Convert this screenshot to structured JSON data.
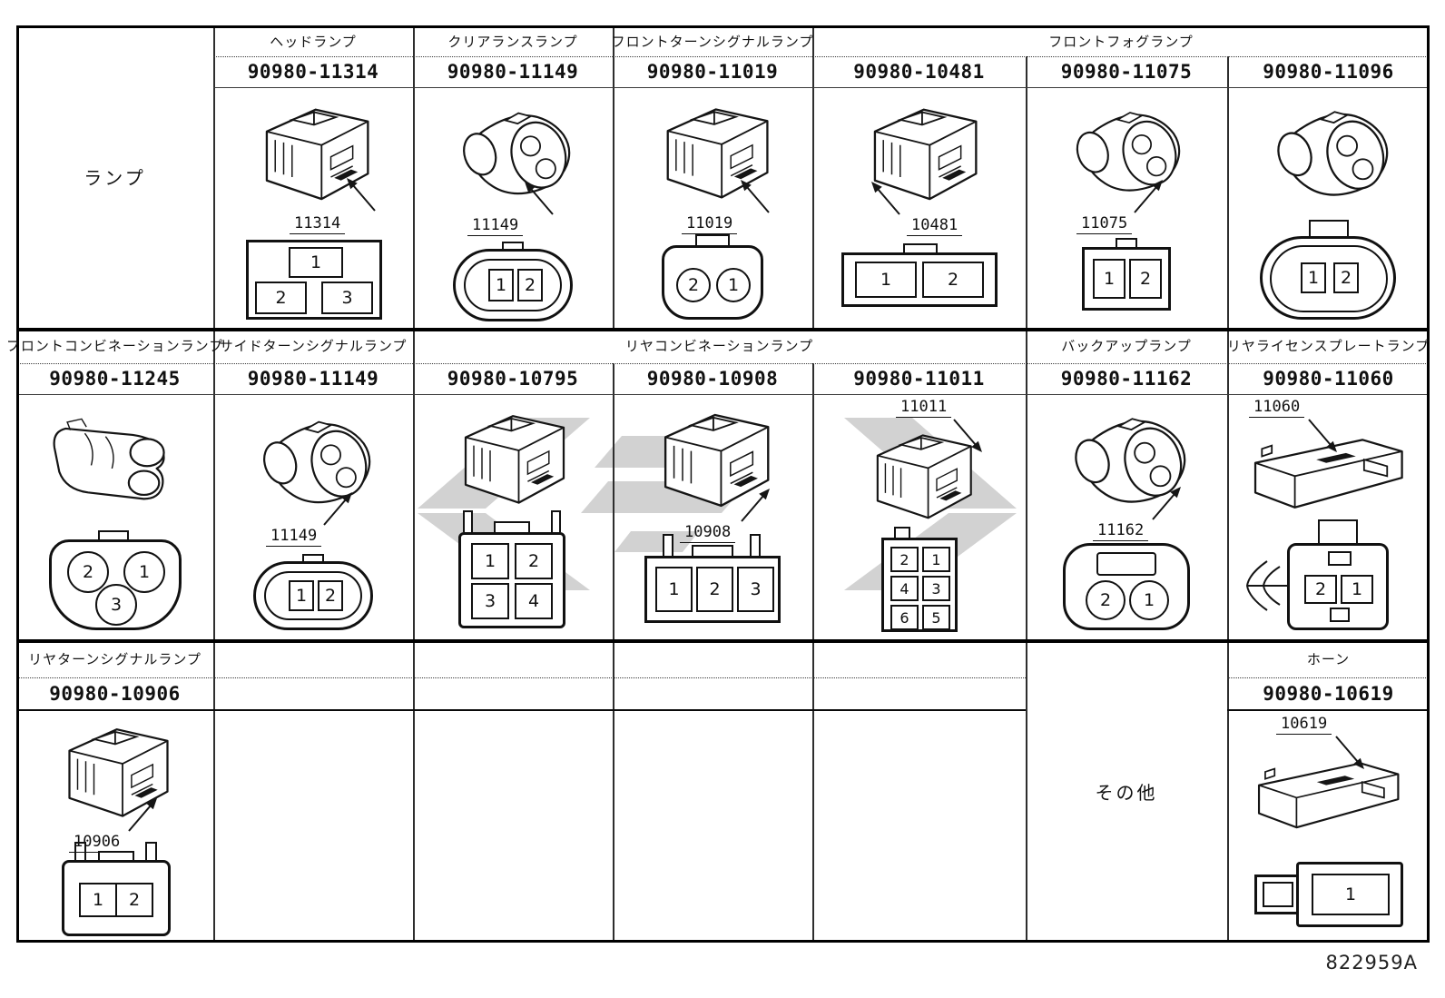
{
  "page": {
    "doc_code": "822959A"
  },
  "row_groups": {
    "lamp_label": "ランプ",
    "other_label": "その他"
  },
  "group_headers": {
    "headlamp": "ヘッドランプ",
    "clearance_lamp": "クリアランスランプ",
    "front_turn_signal_lamp": "フロントターンシグナルランプ",
    "front_fog_lamp": "フロントフォグランプ",
    "front_combination_lamp": "フロントコンビネーションランプ",
    "side_turn_signal_lamp": "サイドターンシグナルランプ",
    "rear_combination_lamp": "リヤコンビネーションランプ",
    "backup_lamp": "バックアップランプ",
    "rear_license_plate_lamp": "リヤライセンスプレートランプ",
    "rear_turn_signal_lamp": "リヤターンシグナルランプ",
    "horn": "ホーン"
  },
  "connectors": {
    "c11314": {
      "part_number": "90980-11314",
      "callout": "11314",
      "pins": [
        "1",
        "2",
        "3"
      ]
    },
    "c11149_clearance": {
      "part_number": "90980-11149",
      "callout": "11149",
      "pins": [
        "1",
        "2"
      ]
    },
    "c11019": {
      "part_number": "90980-11019",
      "callout": "11019",
      "pins": [
        "2",
        "1"
      ]
    },
    "c10481": {
      "part_number": "90980-10481",
      "callout": "10481",
      "pins": [
        "1",
        "2"
      ]
    },
    "c11075": {
      "part_number": "90980-11075",
      "callout": "11075",
      "pins": [
        "1",
        "2"
      ]
    },
    "c11096": {
      "part_number": "90980-11096",
      "pins": [
        "1",
        "2"
      ]
    },
    "c11245": {
      "part_number": "90980-11245",
      "pins": [
        "2",
        "1",
        "3"
      ]
    },
    "c11149_side": {
      "part_number": "90980-11149",
      "callout": "11149",
      "pins": [
        "1",
        "2"
      ]
    },
    "c10795": {
      "part_number": "90980-10795",
      "pins": [
        "1",
        "2",
        "3",
        "4"
      ]
    },
    "c10908": {
      "part_number": "90980-10908",
      "callout": "10908",
      "pins": [
        "1",
        "2",
        "3"
      ]
    },
    "c11011": {
      "part_number": "90980-11011",
      "callout": "11011",
      "pins": [
        "2",
        "1",
        "4",
        "3",
        "6",
        "5"
      ]
    },
    "c11162": {
      "part_number": "90980-11162",
      "callout": "11162",
      "pins": [
        "2",
        "1"
      ]
    },
    "c11060": {
      "part_number": "90980-11060",
      "callout": "11060",
      "pins": [
        "2",
        "1"
      ]
    },
    "c10906": {
      "part_number": "90980-10906",
      "callout": "10906",
      "pins": [
        "1",
        "2"
      ]
    },
    "c10619": {
      "part_number": "90980-10619",
      "callout": "10619",
      "pins": [
        "1"
      ]
    }
  }
}
